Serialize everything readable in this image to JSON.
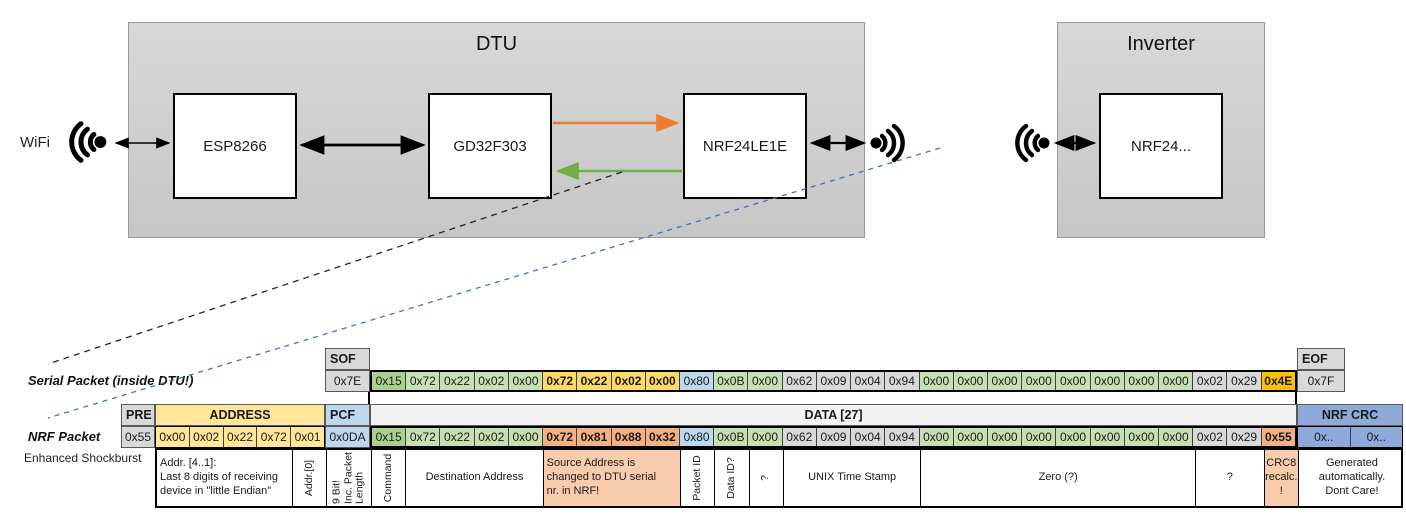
{
  "diagram": {
    "wifi_label": "WiFi",
    "dtu": {
      "title": "DTU",
      "chips": {
        "esp": "ESP8266",
        "gd32": "GD32F303",
        "nrf": "NRF24LE1E"
      }
    },
    "inverter": {
      "title": "Inverter",
      "chips": {
        "nrf": "NRF24..."
      }
    },
    "colors": {
      "uart_tx_arrow": "#ED7D31",
      "uart_rx_arrow": "#70AD47",
      "radio_link_dash": "#4472C4"
    }
  },
  "serial_packet": {
    "label": "Serial Packet (inside DTU!)",
    "sof_header": "SOF",
    "sof_value": "0x7E",
    "eof_header": "EOF",
    "eof_value": "0x7F",
    "bytes": [
      {
        "v": "0x15",
        "c": "g1"
      },
      {
        "v": "0x72",
        "c": "g2"
      },
      {
        "v": "0x22",
        "c": "g2"
      },
      {
        "v": "0x02",
        "c": "g2"
      },
      {
        "v": "0x00",
        "c": "g2"
      },
      {
        "v": "0x72",
        "c": "gold"
      },
      {
        "v": "0x22",
        "c": "gold"
      },
      {
        "v": "0x02",
        "c": "gold"
      },
      {
        "v": "0x00",
        "c": "gold"
      },
      {
        "v": "0x80",
        "c": "blue"
      },
      {
        "v": "0x0B",
        "c": "g2"
      },
      {
        "v": "0x00",
        "c": "g2"
      },
      {
        "v": "0x62",
        "c": "gray"
      },
      {
        "v": "0x09",
        "c": "gray"
      },
      {
        "v": "0x04",
        "c": "gray"
      },
      {
        "v": "0x94",
        "c": "gray"
      },
      {
        "v": "0x00",
        "c": "g2"
      },
      {
        "v": "0x00",
        "c": "g2"
      },
      {
        "v": "0x00",
        "c": "g2"
      },
      {
        "v": "0x00",
        "c": "g2"
      },
      {
        "v": "0x00",
        "c": "g2"
      },
      {
        "v": "0x00",
        "c": "g2"
      },
      {
        "v": "0x00",
        "c": "g2"
      },
      {
        "v": "0x00",
        "c": "g2"
      },
      {
        "v": "0x02",
        "c": "gray"
      },
      {
        "v": "0x29",
        "c": "gray"
      },
      {
        "v": "0x4E",
        "c": "amber"
      }
    ]
  },
  "nrf_packet": {
    "label": "NRF Packet",
    "sublabel": "Enhanced Shockburst",
    "pre_header": "PRE",
    "pre_value": "0x55",
    "address_header": "ADDRESS",
    "address_bytes": [
      {
        "v": "0x00",
        "c": "yellow"
      },
      {
        "v": "0x02",
        "c": "yellow"
      },
      {
        "v": "0x22",
        "c": "yellow"
      },
      {
        "v": "0x72",
        "c": "yellow"
      },
      {
        "v": "0x01",
        "c": "yellow"
      }
    ],
    "pcf_header": "PCF",
    "pcf_value": "0x0DA",
    "data_header": "DATA [27]",
    "crc_header": "NRF CRC",
    "crc_bytes": [
      {
        "v": "0x..",
        "c": "crcblue"
      },
      {
        "v": "0x..",
        "c": "crcblue"
      }
    ],
    "bytes": [
      {
        "v": "0x15",
        "c": "g1"
      },
      {
        "v": "0x72",
        "c": "g2"
      },
      {
        "v": "0x22",
        "c": "g2"
      },
      {
        "v": "0x02",
        "c": "g2"
      },
      {
        "v": "0x00",
        "c": "g2"
      },
      {
        "v": "0x72",
        "c": "salmon"
      },
      {
        "v": "0x81",
        "c": "salmon"
      },
      {
        "v": "0x88",
        "c": "salmon"
      },
      {
        "v": "0x32",
        "c": "salmon"
      },
      {
        "v": "0x80",
        "c": "blue"
      },
      {
        "v": "0x0B",
        "c": "g2"
      },
      {
        "v": "0x00",
        "c": "g2"
      },
      {
        "v": "0x62",
        "c": "gray"
      },
      {
        "v": "0x09",
        "c": "gray"
      },
      {
        "v": "0x04",
        "c": "gray"
      },
      {
        "v": "0x94",
        "c": "gray"
      },
      {
        "v": "0x00",
        "c": "g2"
      },
      {
        "v": "0x00",
        "c": "g2"
      },
      {
        "v": "0x00",
        "c": "g2"
      },
      {
        "v": "0x00",
        "c": "g2"
      },
      {
        "v": "0x00",
        "c": "g2"
      },
      {
        "v": "0x00",
        "c": "g2"
      },
      {
        "v": "0x00",
        "c": "g2"
      },
      {
        "v": "0x00",
        "c": "g2"
      },
      {
        "v": "0x02",
        "c": "gray"
      },
      {
        "v": "0x29",
        "c": "gray"
      },
      {
        "v": "0x55",
        "c": "salmon"
      }
    ],
    "annotations": [
      {
        "zone": "addr4",
        "align": "left",
        "text": "Addr. [4..1]:\nLast 8 digits of receiving\ndevice in \"little Endian\""
      },
      {
        "zone": "addr0",
        "rot": true,
        "text": "Addr.[0]"
      },
      {
        "zone": "pcf",
        "rot": true,
        "text": "9 Bit!\nInc. Packet\nLength"
      },
      {
        "span": 1,
        "rot": true,
        "text": "Command"
      },
      {
        "span": 4,
        "text": "Destination Address"
      },
      {
        "span": 4,
        "bg": "salmon",
        "align": "left",
        "text": "Source Address is\nchanged to DTU serial\nnr. in NRF!"
      },
      {
        "span": 1,
        "rot": true,
        "text": "Packet ID"
      },
      {
        "span": 1,
        "rot": true,
        "text": "Data ID?"
      },
      {
        "span": 1,
        "rot": true,
        "text": "?"
      },
      {
        "span": 4,
        "text": "UNIX Time Stamp"
      },
      {
        "span": 8,
        "text": "Zero (?)"
      },
      {
        "span": 2,
        "text": "?"
      },
      {
        "span": 1,
        "bg": "salmon",
        "text": "CRC8\nrecalc.\n!"
      },
      {
        "zone": "crc",
        "text": "Generated\nautomatically.\nDont Care!"
      }
    ]
  }
}
